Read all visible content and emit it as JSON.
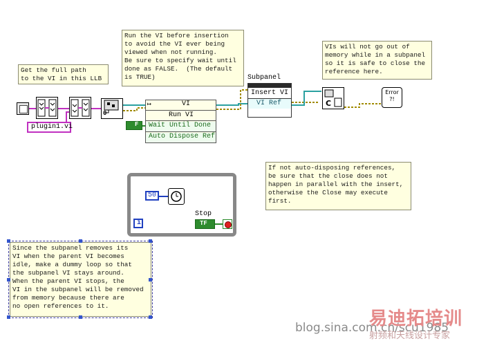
{
  "notes": {
    "get_path": "Get the full path\nto the VI in this LLB",
    "run_first": "Run the VI before insertion\nto avoid the VI ever being\nviewed when not running.\nBe sure to specify wait until\ndone as FALSE.  (The default\nis TRUE)",
    "not_out": "VIs will not go out of\nmemory while in a subpanel\nso it is safe to close the\nreference here.",
    "auto_dispose": "If not auto-disposing references,\nbe sure that the close does not\nhappen in parallel with the insert,\notherwise the Close may execute\nfirst.",
    "dummy_loop": "Since the subpanel removes its\nVI when the parent VI becomes\nidle, make a dummy loop so that\nthe subpanel VI stays around.\nWhen the parent VI stops, the\nVI in the subpanel will be removed\nfrom memory because there are\nno open references to it."
  },
  "constants": {
    "plugin_path": "plugin1.vi",
    "bool_false": "F",
    "loop_ms": "50",
    "zero": "0"
  },
  "invoke_run": {
    "class": "VI",
    "method": "Run VI",
    "param1": "Wait Until Done",
    "param2": "Auto Dispose Ref"
  },
  "invoke_insert": {
    "control": "Subpanel",
    "method": "Insert VI",
    "param": "VI Ref"
  },
  "stop": {
    "label": "Stop",
    "value": "TF"
  },
  "loop_index": "i",
  "error_label": "Error\n?!",
  "watermark": {
    "url": "blog.sina.com.cn/scu1985",
    "brand": "易迪拓培训",
    "sub": "射频和天线设计专家"
  },
  "colors": {
    "note_bg": "#ffffe0",
    "ref_wire": "#2aa0a0",
    "path_wire": "#c030c0",
    "bool_wire": "#2a8a2a",
    "num_wire": "#2040c0",
    "error_wire": "#a08a00",
    "loop_frame": "#808080"
  }
}
